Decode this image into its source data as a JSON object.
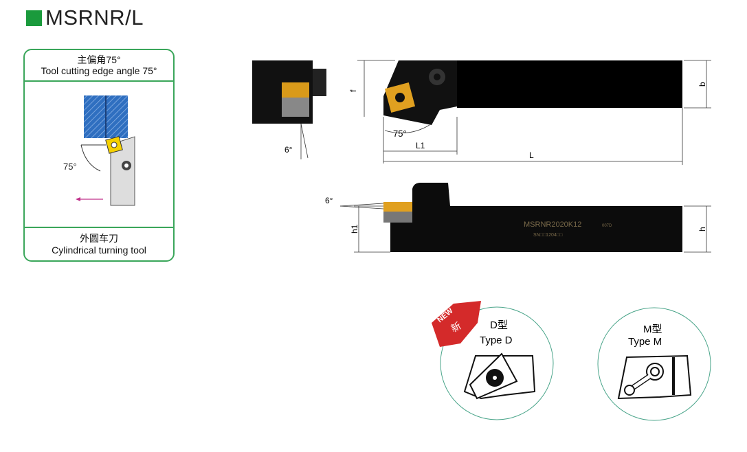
{
  "title": "MSRNR/L",
  "angle_card": {
    "header_cn": "主偏角75°",
    "header_en": "Tool cutting edge angle 75°",
    "angle_label": "75°",
    "footer_cn": "外圆车刀",
    "footer_en": "Cylindrical turning tool"
  },
  "dimensions": {
    "top_angle": "75°",
    "clearance_top": "6°",
    "clearance_side": "6°",
    "f": "f",
    "b": "b",
    "L1": "L1",
    "L": "L",
    "h1": "h1",
    "h": "h"
  },
  "tool_marking": {
    "model": "MSRNR2020K12",
    "code": "007D",
    "insert": "SN□□1204□□"
  },
  "types": [
    {
      "cn": "D型",
      "en": "Type D",
      "badge_en": "NEW",
      "badge_cn": "新"
    },
    {
      "cn": "M型",
      "en": "Type M"
    }
  ],
  "colors": {
    "green": "#1a9a3c",
    "insert": "#e0a020",
    "badge": "#d42a2a"
  }
}
